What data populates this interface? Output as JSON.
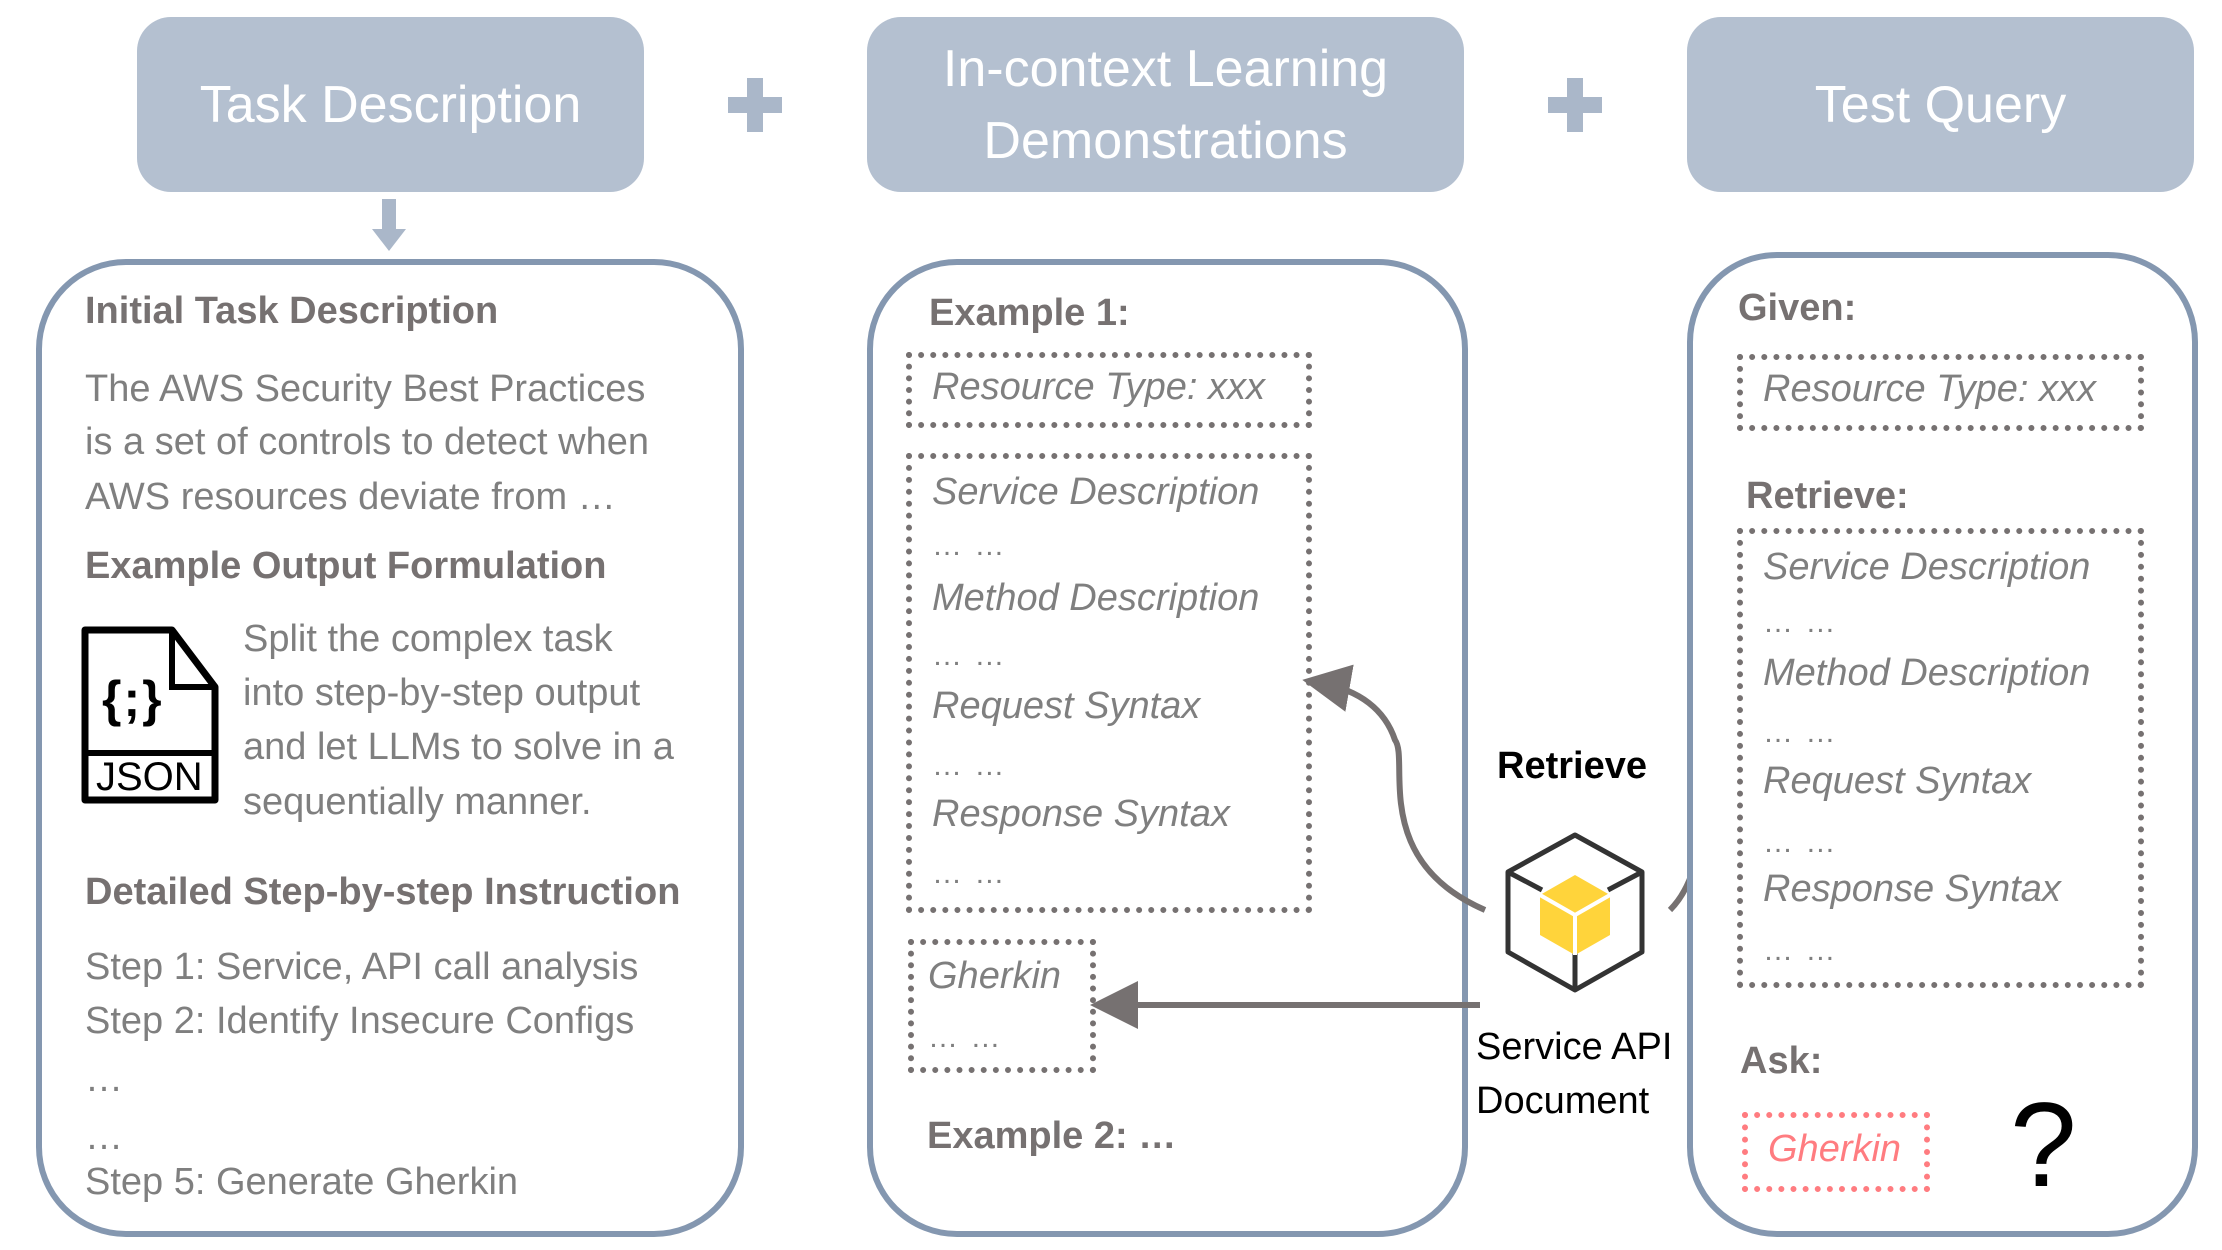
{
  "headers": {
    "task": "Task Description",
    "icl_line1": "In-context Learning",
    "icl_line2": "Demonstrations",
    "test": "Test Query"
  },
  "left_panel": {
    "initial_title": "Initial Task Description",
    "initial_lines": [
      "The AWS Security Best Practices",
      "is a set of controls to detect when",
      "AWS resources deviate from …"
    ],
    "example_title": "Example Output Formulation",
    "json_icon_label": "JSON",
    "json_icon_glyph": "{;}",
    "example_lines": [
      "Split the complex task",
      "into step-by-step output",
      "and let LLMs to solve in a",
      "sequentially manner."
    ],
    "detailed_title": "Detailed Step-by-step Instruction",
    "steps": [
      "Step 1: Service, API call analysis",
      "Step 2: Identify Insecure Configs",
      "…",
      "…",
      "Step 5: Generate Gherkin"
    ]
  },
  "middle_panel": {
    "example1_title": "Example 1:",
    "resource_type": "Resource Type: xxx",
    "doc_items": [
      "Service Description",
      "… …",
      "Method Description",
      "… …",
      "Request Syntax",
      "… …",
      "Response Syntax",
      "… …"
    ],
    "gherkin_label": "Gherkin",
    "gherkin_dots": "… …",
    "example2_title": "Example 2: …"
  },
  "center": {
    "retrieve_label": "Retrieve",
    "doc_label_line1": "Service API",
    "doc_label_line2": "Document",
    "cube_color": "#ffd43b"
  },
  "right_panel": {
    "given_title": "Given:",
    "resource_type": "Resource Type: xxx",
    "retrieve_title": "Retrieve:",
    "doc_items": [
      "Service Description",
      "… …",
      "Method Description",
      "… …",
      "Request Syntax",
      "… …",
      "Response Syntax",
      "… …"
    ],
    "ask_title": "Ask:",
    "ask_target": "Gherkin",
    "ask_target_color": "#ff7c80",
    "question_mark": "?"
  },
  "colors": {
    "header_fill": "#b4c0d0",
    "panel_border": "#8497b0",
    "text_gray": "#7f7f7f",
    "arrow_gray": "#767171"
  }
}
